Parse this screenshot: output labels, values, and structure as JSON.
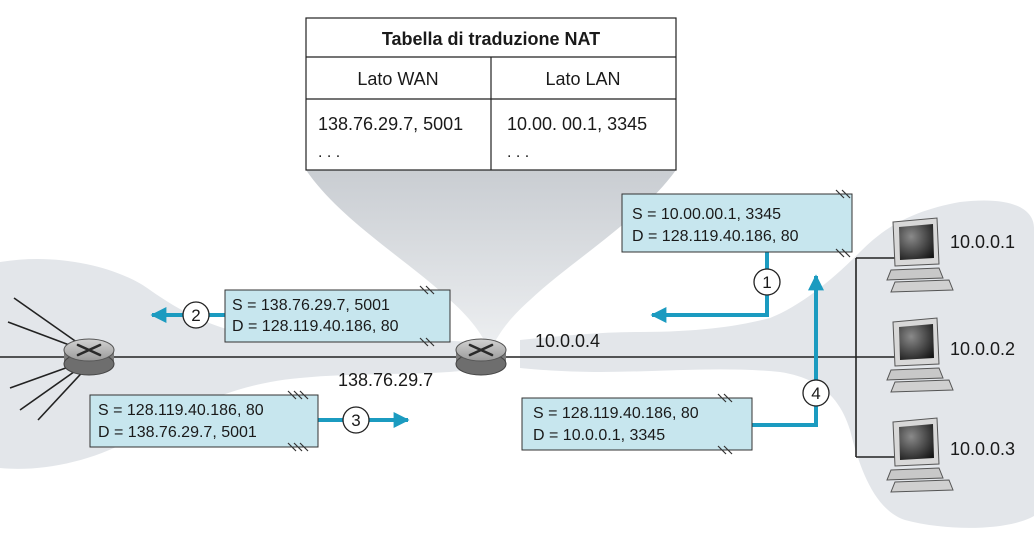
{
  "nat_table": {
    "title": "Tabella di traduzione NAT",
    "col_wan": "Lato WAN",
    "col_lan": "Lato LAN",
    "row1_wan": "138.76.29.7, 5001",
    "row1_lan": "10.00. 00.1, 3345",
    "row2_wan": ". . .",
    "row2_lan": ". . ."
  },
  "packets": {
    "p1": {
      "src": "S = 10.00.00.1, 3345",
      "dst": "D = 128.119.40.186, 80"
    },
    "p2": {
      "src": "S = 138.76.29.7, 5001",
      "dst": "D = 128.119.40.186, 80"
    },
    "p3": {
      "src": "S = 128.119.40.186, 80",
      "dst": "D = 138.76.29.7, 5001"
    },
    "p4": {
      "src": "S = 128.119.40.186, 80",
      "dst": "D = 10.0.0.1, 3345"
    }
  },
  "steps": {
    "s1": "1",
    "s2": "2",
    "s3": "3",
    "s4": "4"
  },
  "addresses": {
    "nat_lan": "10.0.0.4",
    "nat_wan": "138.76.29.7",
    "host1": "10.0.0.1",
    "host2": "10.0.0.2",
    "host3": "10.0.0.3"
  },
  "colors": {
    "packet_fill": "#c7e6ee",
    "arrow": "#1b9bc0",
    "cloud": "#e3e6ea",
    "router": "#8c8c8c"
  }
}
